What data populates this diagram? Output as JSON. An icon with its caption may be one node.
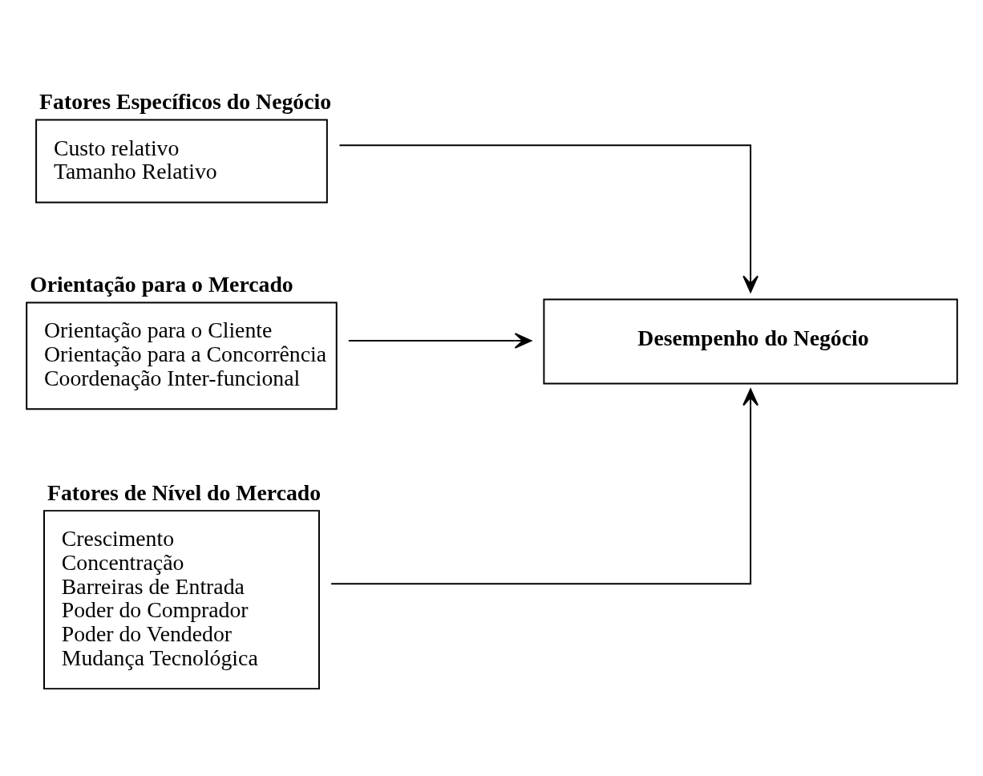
{
  "diagram": {
    "nodes": [
      {
        "text": [
          "Fatores Específicos do Negócio",
          "Custo relativo",
          "Tamanho Relativo"
        ]
      },
      {
        "text": [
          "Orientação para o Mercado",
          "Orientação para o Cliente",
          "Orientação para a Concorrência",
          "Coordenação Inter-funcional"
        ]
      },
      {
        "text": [
          "Fatores de Nível do Mercado",
          "Crescimento",
          "Concentração",
          "Barreiras de Entrada",
          "Poder do Comprador",
          "Poder do Vendedor",
          "Mudança Tecnológica"
        ]
      },
      {
        "text": [
          "Desempenho do Negócio"
        ]
      }
    ],
    "edges": [
      {
        "from": 0,
        "to": 3,
        "arrow": "to"
      },
      {
        "from": 1,
        "to": 3,
        "arrow": "to"
      },
      {
        "from": 2,
        "to": 3,
        "arrow": "to"
      }
    ]
  }
}
